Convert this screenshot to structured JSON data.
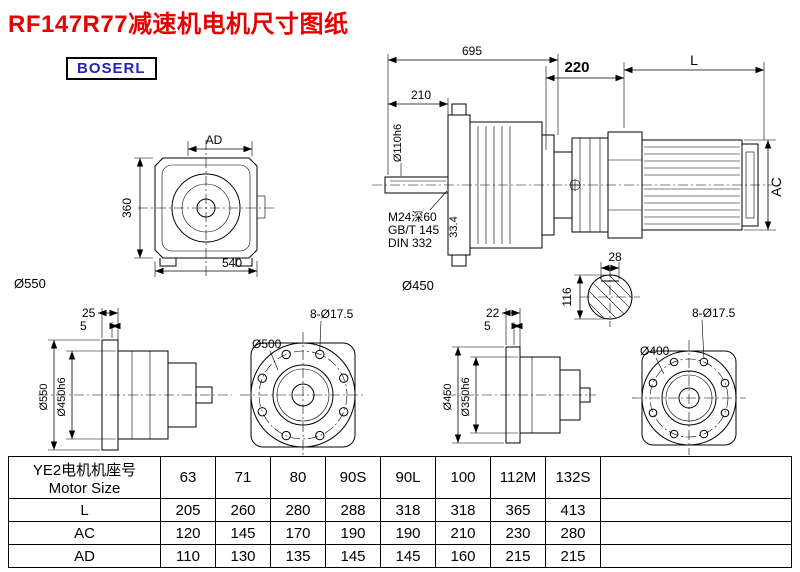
{
  "page": {
    "title": "RF147R77减速机电机尺寸图纸",
    "logo": "BOSERL"
  },
  "drawing": {
    "front": {
      "ad": "AD",
      "height": "360",
      "width": "540",
      "flange": "Ø550"
    },
    "assembly": {
      "total_len": "695",
      "shaft_len": "210",
      "shaft_dia": "Ø110h6",
      "tap": "M24深60",
      "std1": "GB/T 145",
      "std2": "DIN 332",
      "key_height": "33.4",
      "flange_dia": "Ø450",
      "adapter_len": "220",
      "motor_len": "L",
      "motor_height": "AC",
      "key_width": "28",
      "shaft_section": "116"
    },
    "b1": {
      "dim1": "25",
      "dim2": "5",
      "flange": "Ø550",
      "spigot": "Ø450h6"
    },
    "b2": {
      "holes": "8-Ø17.5",
      "bolt_circle": "Ø500"
    },
    "b3": {
      "dim1": "22",
      "dim2": "5",
      "flange": "Ø450",
      "spigot": "Ø350h6"
    },
    "b4": {
      "holes": "8-Ø17.5",
      "bolt_circle": "Ø400"
    }
  },
  "table": {
    "header": {
      "line1": "YE2电机机座号",
      "line2": "Motor Size"
    },
    "columns": [
      "63",
      "71",
      "80",
      "90S",
      "90L",
      "100",
      "112M",
      "132S"
    ],
    "rows": [
      {
        "label": "L",
        "values": [
          "205",
          "260",
          "280",
          "288",
          "318",
          "318",
          "365",
          "413"
        ]
      },
      {
        "label": "AC",
        "values": [
          "120",
          "145",
          "170",
          "190",
          "190",
          "210",
          "230",
          "280"
        ]
      },
      {
        "label": "AD",
        "values": [
          "110",
          "130",
          "135",
          "145",
          "145",
          "160",
          "215",
          "215"
        ]
      }
    ]
  }
}
